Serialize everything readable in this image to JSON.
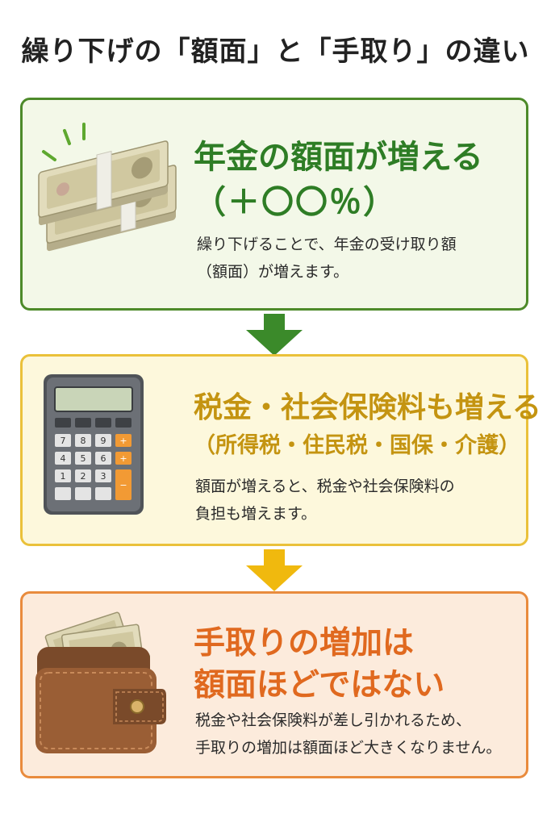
{
  "title": "繰り下げの「額面」と「手取り」の違い",
  "cards": [
    {
      "title_line1": "年金の額面が増える",
      "title_line2": "（＋〇〇％）",
      "body_line1": "繰り下げることで、年金の受け取り額",
      "body_line2": "（額面）が増えます。",
      "icon": "money-bundle-icon",
      "accent": "#2e7d25",
      "border": "#4d8a2a",
      "background": "#f3f8e8"
    },
    {
      "title_line1": "税金・社会保険料も増える",
      "title_line2": "（所得税・住民税・国保・介護）",
      "body_line1": "額面が増えると、税金や社会保険料の",
      "body_line2": "負担も増えます。",
      "icon": "calculator-icon",
      "accent": "#c49411",
      "border": "#eac13a",
      "background": "#fdf8dc",
      "calculator_keys": [
        "7",
        "8",
        "9",
        "+",
        "4",
        "5",
        "6",
        "+",
        "1",
        "2",
        "3",
        "−"
      ]
    },
    {
      "title_line1": "手取りの増加は",
      "title_line2": "額面ほどではない",
      "body_line1": "税金や社会保険料が差し引かれるため、",
      "body_line2": "手取りの増加は額面ほど大きくなりません。",
      "icon": "wallet-icon",
      "accent": "#e0691f",
      "border": "#e98b3d",
      "background": "#fcebdc"
    }
  ],
  "arrows": [
    {
      "icon": "down-arrow-icon",
      "color": "#3b8a2a"
    },
    {
      "icon": "down-arrow-icon",
      "color": "#f0b90e"
    }
  ]
}
